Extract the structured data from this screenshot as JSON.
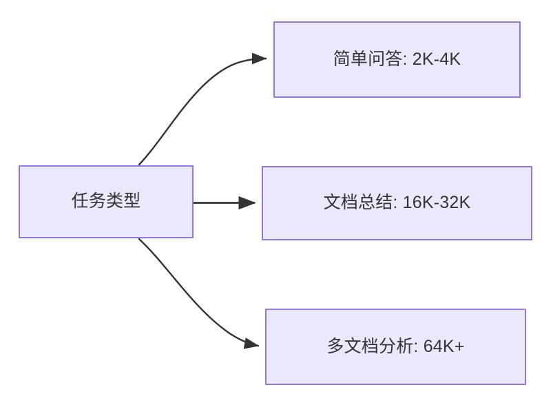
{
  "diagram": {
    "type": "flowchart",
    "direction": "left-to-right",
    "background_color": "#ffffff",
    "node_fill_color": "#eae8fb",
    "node_border_color": "#9575de",
    "node_text_color": "#333333",
    "edge_color": "#333333",
    "nodes": [
      {
        "id": "source",
        "label": "任务类型",
        "role": "root"
      },
      {
        "id": "simple-qa",
        "label": "简单问答: 2K-4K",
        "role": "leaf"
      },
      {
        "id": "doc-summary",
        "label": "文档总结: 16K-32K",
        "role": "leaf"
      },
      {
        "id": "multi-doc",
        "label": "多文档分析: 64K+",
        "role": "leaf"
      }
    ],
    "edges": [
      {
        "id": "edge-source-to-simple-qa",
        "from": "任务类型",
        "to": "简单问答: 2K-4K",
        "label": "",
        "style": "curved-arrow"
      },
      {
        "id": "edge-source-to-doc-summary",
        "from": "任务类型",
        "to": "文档总结: 16K-32K",
        "label": "",
        "style": "straight-arrow"
      },
      {
        "id": "edge-source-to-multi-doc",
        "from": "任务类型",
        "to": "多文档分析: 64K+",
        "label": "",
        "style": "curved-arrow"
      }
    ]
  }
}
